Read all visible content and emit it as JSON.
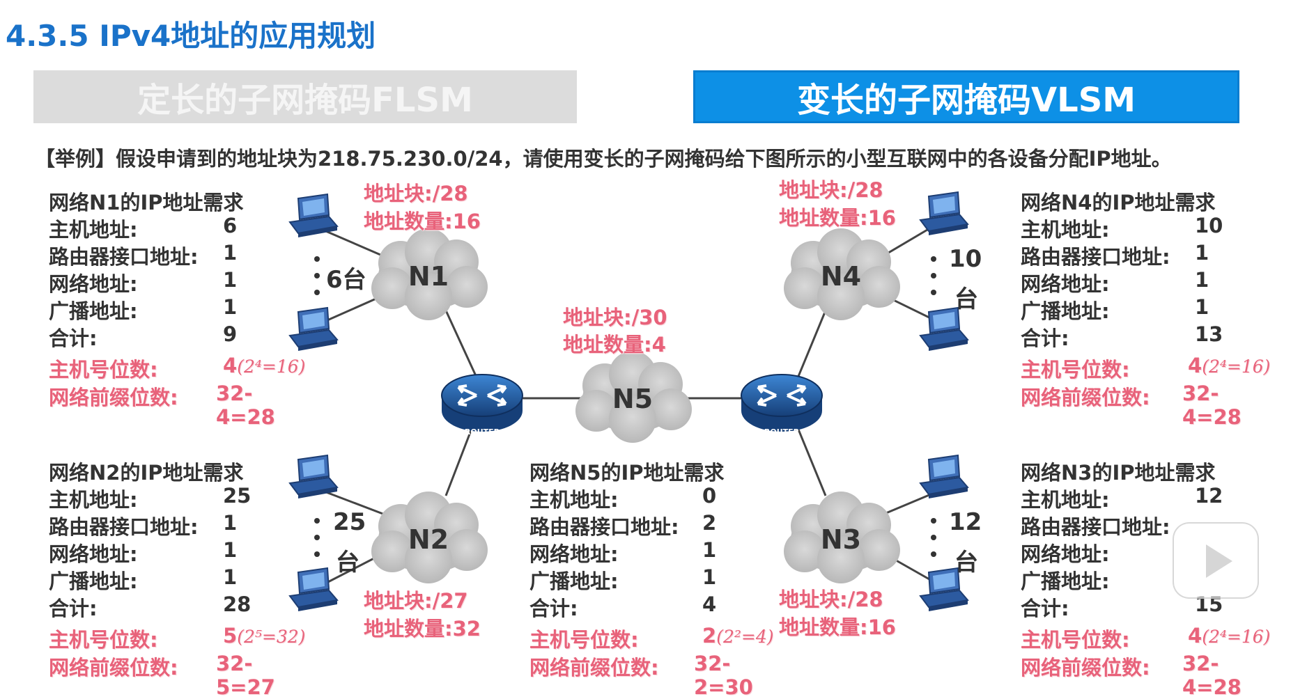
{
  "title": "4.3.5 IPv4地址的应用规划",
  "tabs": {
    "flsm": "定长的子网掩码FLSM",
    "vlsm": "变长的子网掩码VLSM"
  },
  "example": "【举例】假设申请到的地址块为218.75.230.0/24，请使用变长的子网掩码给下图所示的小型互联网中的各设备分配IP地址。",
  "labels": {
    "host": "主机地址:",
    "router_if": "路由器接口地址:",
    "network": "网络地址:",
    "broadcast": "广播地址:",
    "total": "合计:",
    "host_bits": "主机号位数:",
    "prefix_bits": "网络前缀位数:",
    "block": "地址块:",
    "count": "地址数量:"
  },
  "router_label": "ROUTER",
  "networks": {
    "n1": {
      "name": "N1",
      "heading": "网络N1的IP地址需求",
      "host": "6",
      "router_if": "1",
      "network": "1",
      "broadcast": "1",
      "total": "9",
      "host_bits": "4",
      "host_bits_note": "(2⁴=16)",
      "prefix": "32-4=28",
      "block": "/28",
      "addr_count": "16",
      "devices": "6台"
    },
    "n2": {
      "name": "N2",
      "heading": "网络N2的IP地址需求",
      "host": "25",
      "router_if": "1",
      "network": "1",
      "broadcast": "1",
      "total": "28",
      "host_bits": "5",
      "host_bits_note": "(2⁵=32)",
      "prefix": "32-5=27",
      "block": "/27",
      "addr_count": "32",
      "devices_num": "25",
      "devices_unit": "台"
    },
    "n3": {
      "name": "N3",
      "heading": "网络N3的IP地址需求",
      "host": "12",
      "router_if": "",
      "network": "",
      "broadcast": "",
      "total": "15",
      "host_bits": "4",
      "host_bits_note": "(2⁴=16)",
      "prefix": "32-4=28",
      "block": "/28",
      "addr_count": "16",
      "devices_num": "12",
      "devices_unit": "台"
    },
    "n4": {
      "name": "N4",
      "heading": "网络N4的IP地址需求",
      "host": "10",
      "router_if": "1",
      "network": "1",
      "broadcast": "1",
      "total": "13",
      "host_bits": "4",
      "host_bits_note": "(2⁴=16)",
      "prefix": "32-4=28",
      "block": "/28",
      "addr_count": "16",
      "devices_num": "10",
      "devices_unit": "台"
    },
    "n5": {
      "name": "N5",
      "heading": "网络N5的IP地址需求",
      "host": "0",
      "router_if": "2",
      "network": "1",
      "broadcast": "1",
      "total": "4",
      "host_bits": "2",
      "host_bits_note": "(2²=4)",
      "prefix": "32-2=30",
      "block": "/30",
      "addr_count": "4"
    }
  },
  "colors": {
    "title": "#1a72c9",
    "accent_tab": "#0d90e6",
    "inactive_tab": "#dcdcdc",
    "pink": "#e8627a",
    "cloud": "#c8c8c8",
    "router": "#1f5fa8"
  }
}
